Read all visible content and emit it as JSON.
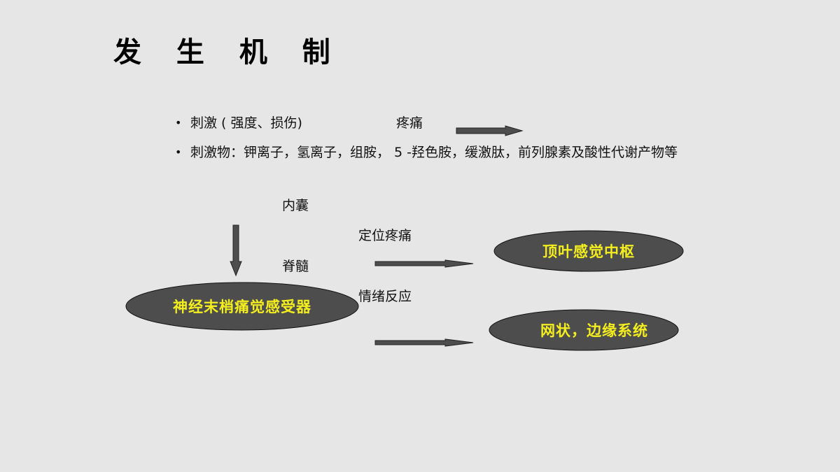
{
  "title": "发 生 机 制",
  "bullets": [
    "刺激 ( 强度、损伤)",
    "刺激物：钾离子，氢离子，组胺， 5 -羟色胺，缓激肽，前列腺素及酸性代谢产物等"
  ],
  "pain_word": "疼痛",
  "labels": {
    "capsule": "内囊",
    "spinal_cord": "脊髓",
    "localized_pain": "定位疼痛",
    "emotional_response": "情绪反应"
  },
  "nodes": {
    "receptor": "神经末梢痛觉感受器",
    "parietal": "顶叶感觉中枢",
    "reticular": "网状，边缘系统"
  },
  "colors": {
    "background": "#e6e6e6",
    "ellipse_fill": "#4d4d4d",
    "ellipse_text": "#f4ee1e",
    "arrow_fill": "#4d4d4d"
  }
}
